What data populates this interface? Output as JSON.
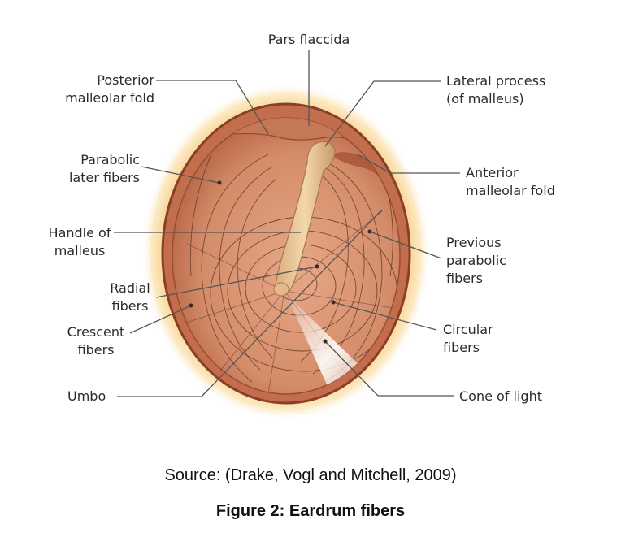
{
  "labels": {
    "pars_flaccida": "Pars flaccida",
    "posterior_malleolar_fold": "Posterior\nmalleolar fold",
    "lateral_process": "Lateral process\n(of malleus)",
    "parabolic_later_fibers": "Parabolic\nlater fibers",
    "anterior_malleolar_fold": "Anterior\nmalleolar fold",
    "handle_of_malleus": "Handle of\nmalleus",
    "previous_parabolic_fibers": "Previous\nparabolic\nfibers",
    "radial_fibers": "Radial\nfibers",
    "circular_fibers": "Circular\nfibers",
    "crescent_fibers": "Crescent\nfibers",
    "umbo": "Umbo",
    "cone_of_light": "Cone of light"
  },
  "caption": {
    "source": "Source: (Drake, Vogl and Mitchell, 2009)",
    "title": "Figure 2: Eardrum fibers"
  },
  "colors": {
    "membrane": "#d9906c",
    "rim_glow": "#f6c26a",
    "malleus": "#ecc99c",
    "fiber_lines": "#5a3322",
    "leader_lines": "#555555"
  }
}
